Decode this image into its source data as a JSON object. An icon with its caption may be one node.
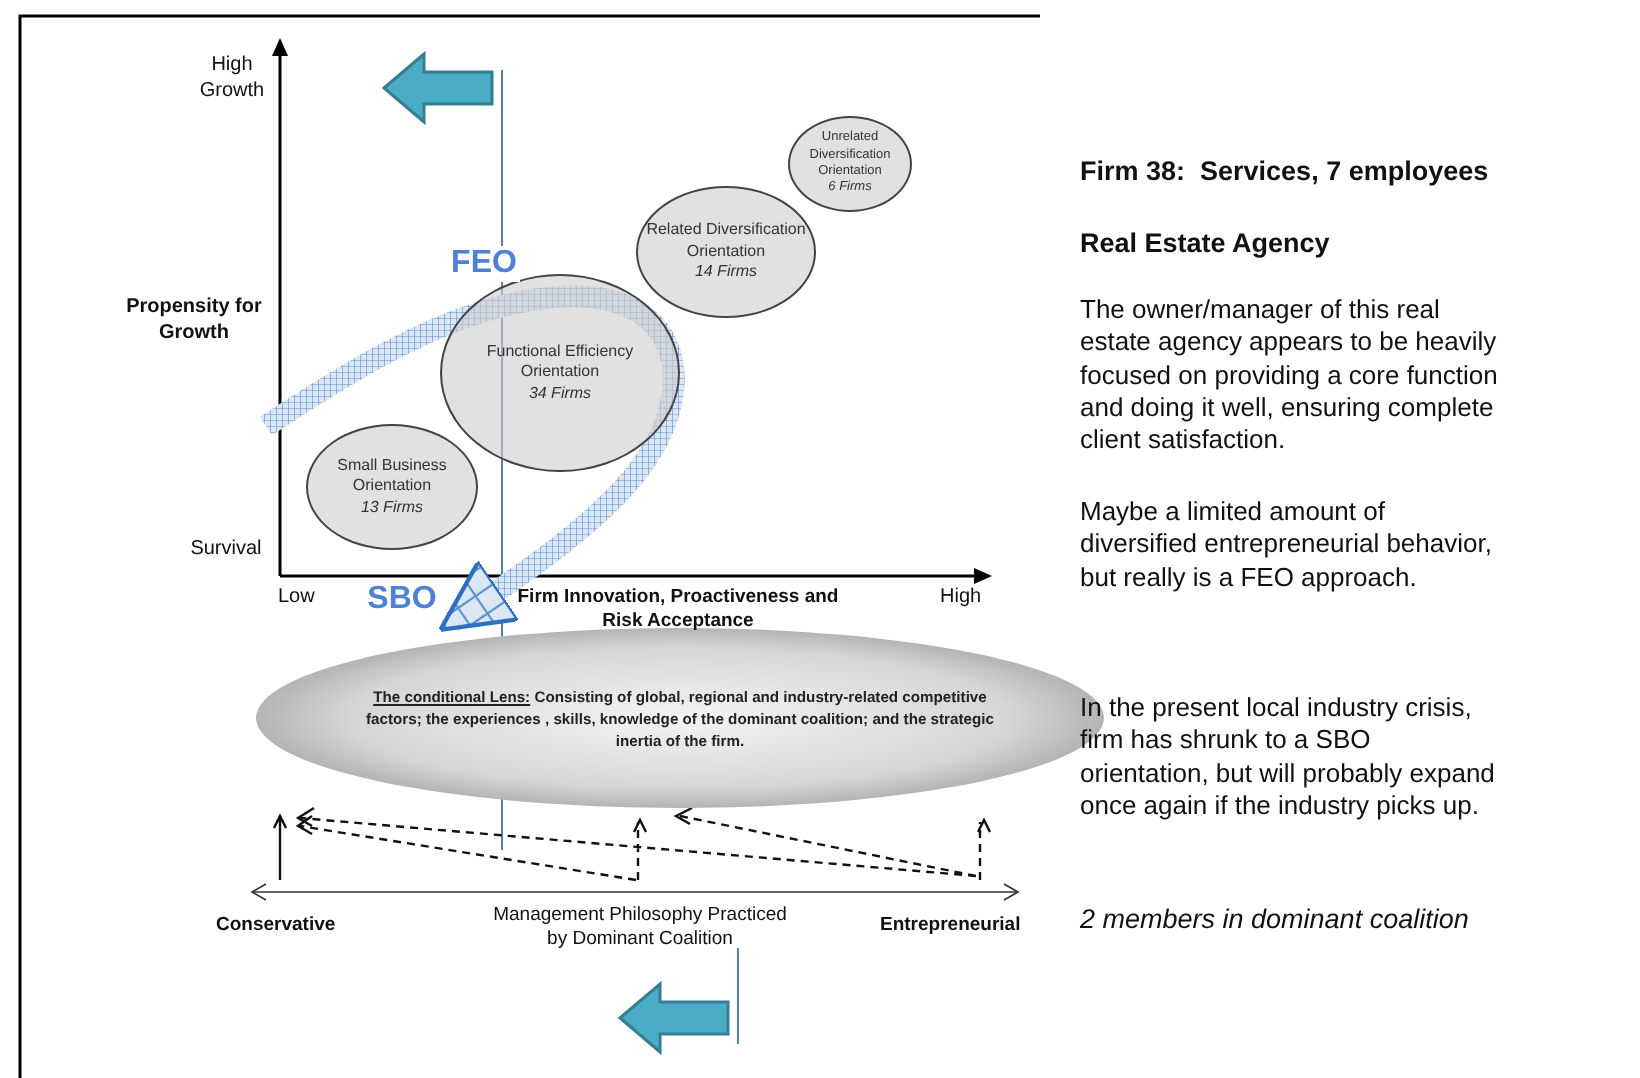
{
  "diagram": {
    "nodes": [
      {
        "text": [
          "Unrelated Diversification Orientation",
          "6 Firms"
        ]
      },
      {
        "text": [
          "Related Diversification Orientation",
          "14 Firms"
        ]
      },
      {
        "text": [
          "FEO"
        ]
      },
      {
        "text": [
          "Functional Efficiency Orientation",
          "34 Firms"
        ]
      },
      {
        "text": [
          "Small Business Orientation",
          "13 Firms"
        ]
      },
      {
        "text": [
          "SBO"
        ]
      },
      {
        "text": [
          "The conditional Lens:",
          "Consisting of global, regional and industry-related competitive factors; the experiences , skills, knowledge of the dominant coalition; and the strategic inertia of the firm."
        ]
      }
    ],
    "edges": [
      {
        "from": null,
        "to": 5,
        "arrow": "to",
        "style": "thick"
      }
    ],
    "labels": [
      "High Growth",
      "Propensity for Growth",
      "Survival",
      "Low",
      "Firm Innovation, Proactiveness and Risk Acceptance",
      "High",
      "Conservative",
      "Management Philosophy Practiced by Dominant Coalition",
      "Entrepreneurial",
      "Firm 38:  Services, 7 employees",
      "Real Estate Agency",
      "The owner/manager of this real estate agency appears to be heavily focused on providing a core function and doing it well, ensuring complete client satisfaction.",
      "Maybe a limited amount of diversified entrepreneurial behavior, but really is a FEO approach.",
      "In the present local industry crisis, firm has shrunk to a SBO orientation, but will probably expand once again if the industry picks up.",
      "2 members in dominant coalition"
    ]
  }
}
